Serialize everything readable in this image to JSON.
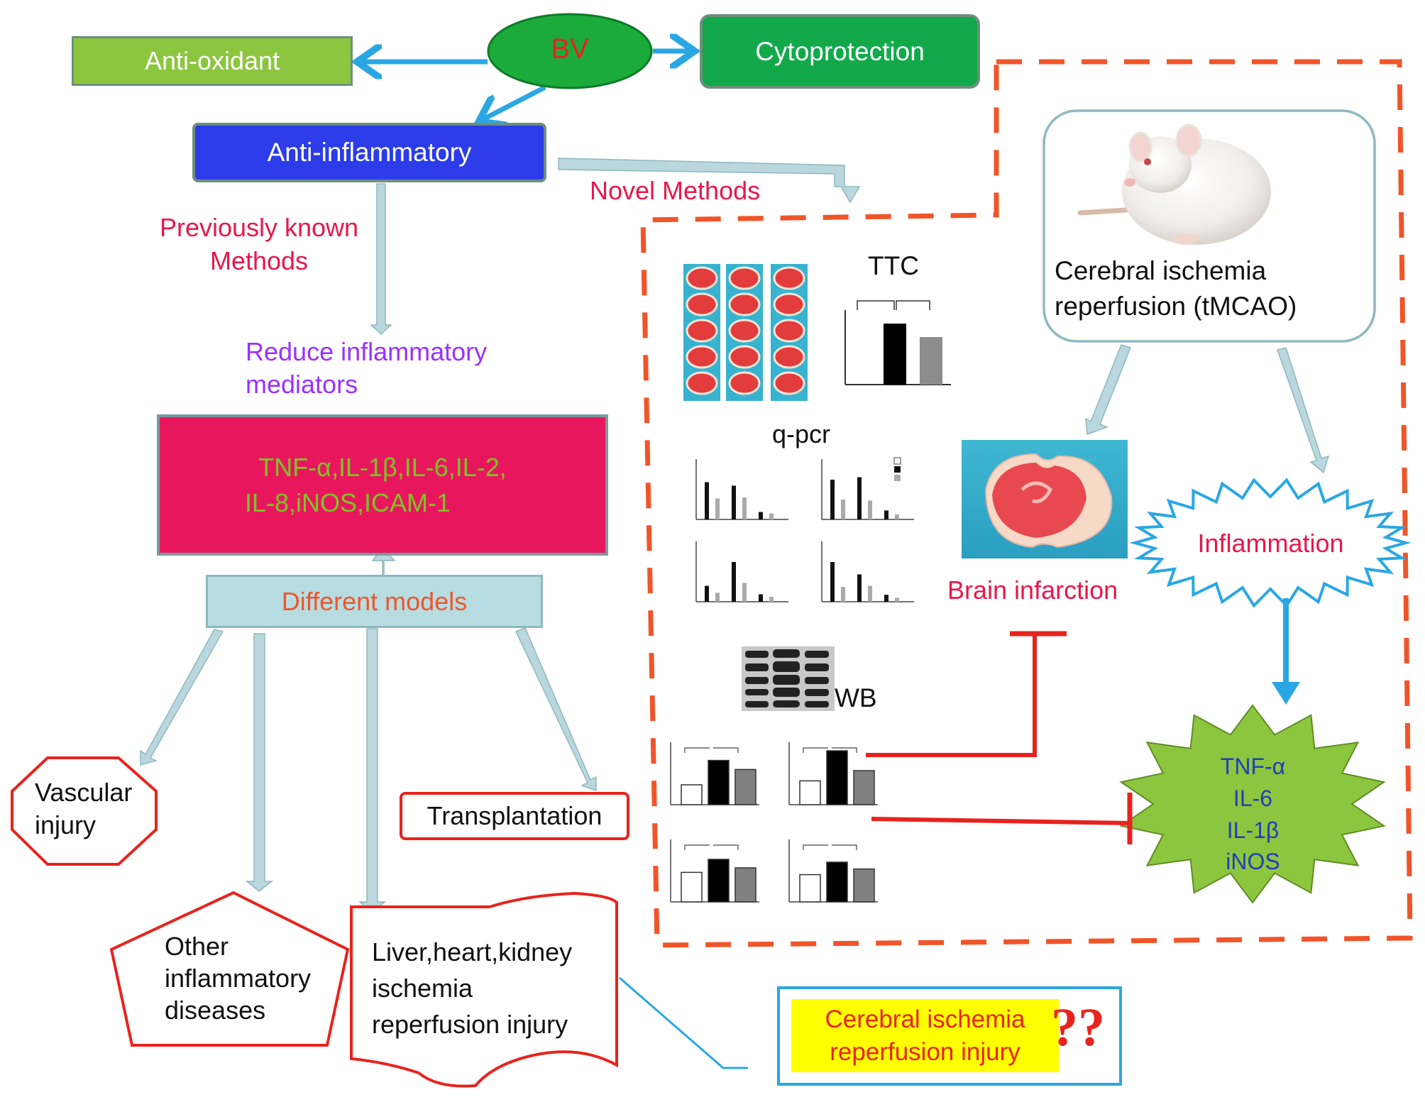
{
  "nodes": {
    "bv": "BV",
    "antioxidant": "Anti-oxidant",
    "cytoprotection": "Cytoprotection",
    "anti_inflammatory": "Anti-inflammatory",
    "different_models": "Different models",
    "vascular_injury": [
      "Vascular",
      "injury"
    ],
    "transplantation": "Transplantation",
    "other_diseases": [
      "Other",
      "inflammatory",
      "diseases"
    ],
    "organ_ir": [
      "Liver,heart,kidney",
      "ischemia",
      "reperfusion injury"
    ],
    "cerebral_question": [
      "Cerebral ischemia",
      "reperfusion injury"
    ],
    "question_marks": "??",
    "rat_model": [
      "Cerebral ischemia",
      "reperfusion (tMCAO)"
    ],
    "brain_infarction": "Brain infarction",
    "inflammation": "Inflammation",
    "cytokines_star": [
      "TNF-α",
      "IL-6",
      "IL-1β",
      "iNOS"
    ]
  },
  "labels": {
    "previously_known": [
      "Previously known",
      "Methods"
    ],
    "novel_methods": "Novel Methods",
    "reduce_mediators": [
      "Reduce inflammatory",
      "mediators"
    ],
    "mediators": [
      "TNF-α,IL-1β,IL-6,IL-2,",
      "IL-8,iNOS,ICAM-1"
    ],
    "ttc": "TTC",
    "qpcr": "q-pcr",
    "wb": "WB"
  },
  "colors": {
    "bv_fill": "#1aab3a",
    "bv_text": "#e8231d",
    "antioxidant_fill": "#8cc63f",
    "cytoprotection_fill": "#12a94a",
    "anti_inflammatory_fill": "#2b3ce8",
    "mediators_fill": "#e8175d",
    "mediators_text": "#7ec424",
    "models_fill": "#b7dde3",
    "models_text": "#f0552a",
    "arrow_blue": "#2aa7e3",
    "arrow_gray": "#b9d7dc",
    "red": "#e8231d",
    "dash_orange": "#f0552a",
    "crimson": "#e8174a",
    "purple": "#9b30ff",
    "navy": "#1f3fb8",
    "star_green": "#8cc63f",
    "yellow": "#ffff00"
  },
  "icons": [
    "rat-photo",
    "brain-slice-photo",
    "ttc-slices-photo",
    "western-blot-photo"
  ]
}
